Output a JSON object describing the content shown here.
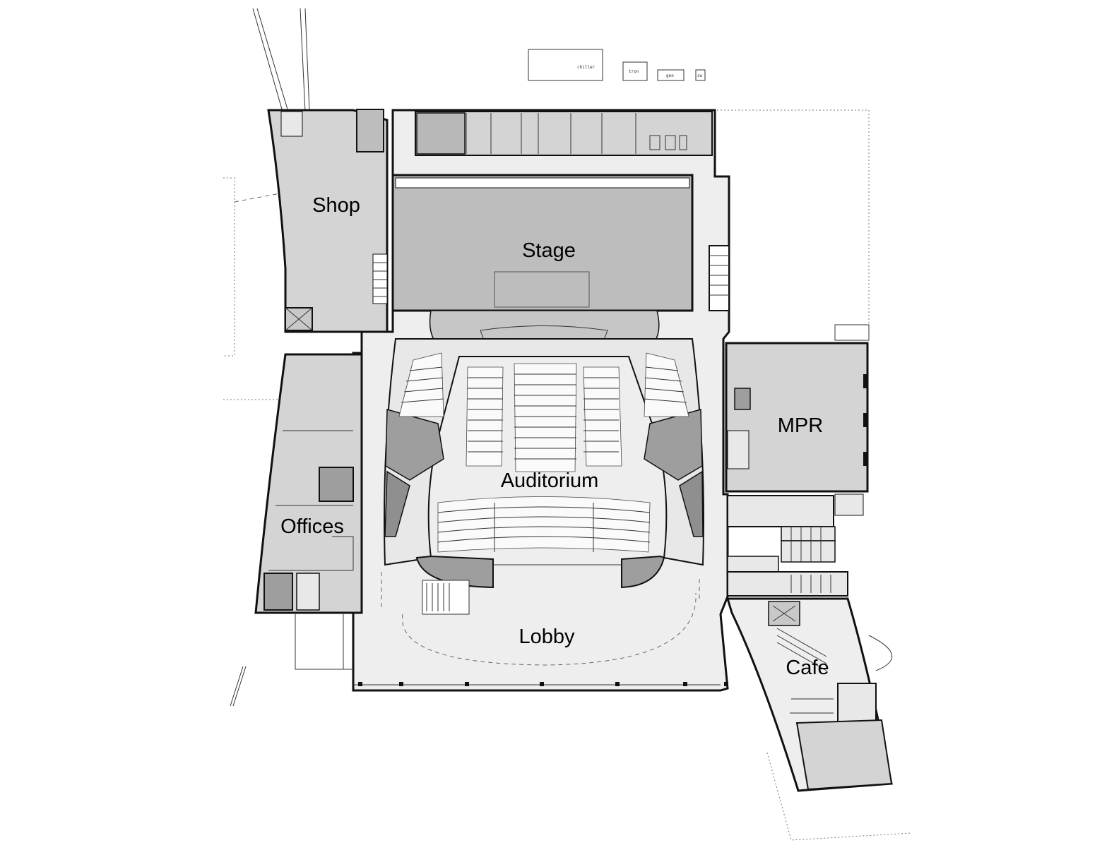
{
  "rooms": {
    "shop": "Shop",
    "stage": "Stage",
    "auditorium": "Auditorium",
    "mpr": "MPR",
    "offices": "Offices",
    "lobby": "Lobby",
    "cafe": "Cafe"
  },
  "equipment": {
    "chiller": "chiller",
    "tron": "tron",
    "gen": "gen",
    "sw": "sw"
  },
  "colors": {
    "room_fill": "#d4d4d4",
    "stage_fill": "#bdbdbd",
    "floor_fill": "#eeeeee",
    "wall": "#111111"
  }
}
